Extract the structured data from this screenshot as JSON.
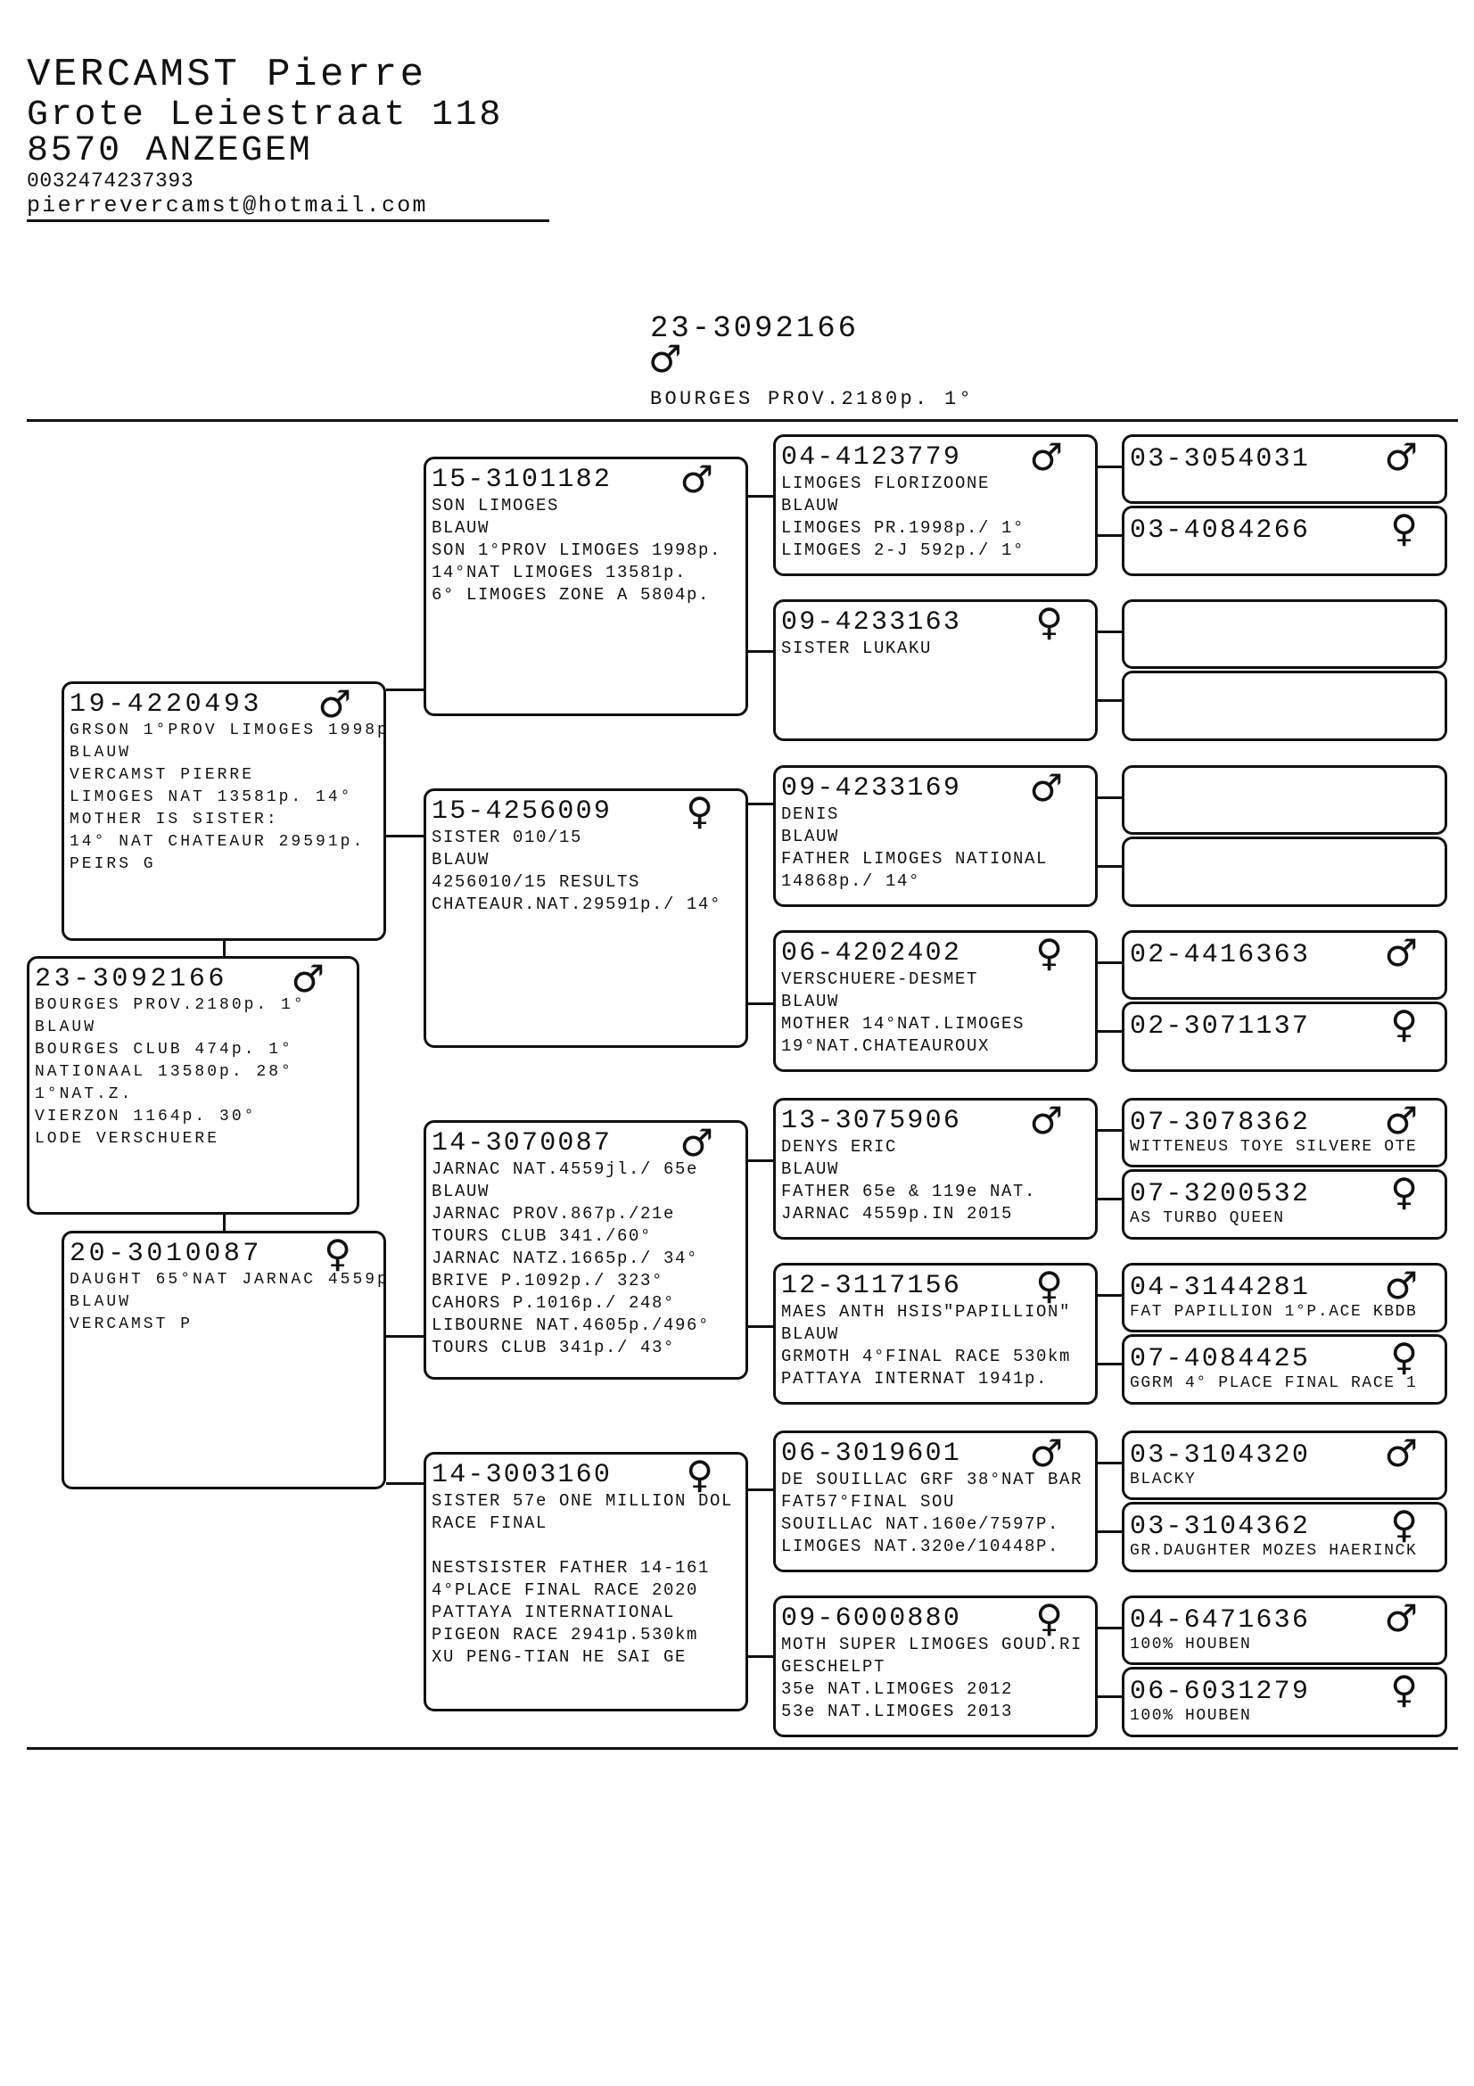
{
  "owner": {
    "name": "VERCAMST Pierre",
    "street": "Grote Leiestraat 118",
    "city": "8570 ANZEGEM",
    "phone": "0032474237393",
    "email": "pierrevercamst@hotmail.com"
  },
  "subject_header": {
    "ring": "23-3092166",
    "sex": "male",
    "line": "BOURGES PROV.2180p. 1°"
  },
  "sex_symbols": {
    "male": "♂",
    "female": "♀"
  },
  "gen1": [
    {
      "ring": "19-4220493",
      "sex": "male",
      "lines": [
        "GRSON 1°PROV LIMOGES 1998p",
        "BLAUW",
        "VERCAMST PIERRE",
        "LIMOGES NAT 13581p. 14°",
        "MOTHER IS SISTER:",
        "14° NAT CHATEAUR 29591p.",
        "PEIRS G"
      ]
    },
    {
      "ring": "23-3092166",
      "sex": "male",
      "lines": [
        "BOURGES PROV.2180p. 1°",
        "BLAUW",
        "BOURGES CLUB 474p. 1°",
        "NATIONAAL 13580p. 28°",
        "1°NAT.Z.",
        "VIERZON 1164p. 30°",
        "LODE VERSCHUERE"
      ]
    },
    {
      "ring": "20-3010087",
      "sex": "female",
      "lines": [
        "DAUGHT 65°NAT JARNAC 4559p",
        "BLAUW",
        "VERCAMST P"
      ]
    }
  ],
  "gen2": [
    {
      "ring": "15-3101182",
      "sex": "male",
      "lines": [
        "SON LIMOGES",
        "BLAUW",
        "SON 1°PROV LIMOGES 1998p.",
        "14°NAT LIMOGES 13581p.",
        "6° LIMOGES ZONE A 5804p."
      ]
    },
    {
      "ring": "15-4256009",
      "sex": "female",
      "lines": [
        "SISTER 010/15",
        "BLAUW",
        "4256010/15 RESULTS",
        "CHATEAUR.NAT.29591p./ 14°"
      ]
    },
    {
      "ring": "14-3070087",
      "sex": "male",
      "lines": [
        "JARNAC NAT.4559jl./ 65e",
        "BLAUW",
        "JARNAC PROV.867p./21e",
        "TOURS CLUB 341./60°",
        "JARNAC NATZ.1665p./ 34°",
        "BRIVE P.1092p./ 323°",
        "CAHORS P.1016p./ 248°",
        "LIBOURNE NAT.4605p./496°",
        "TOURS CLUB 341p./ 43°"
      ]
    },
    {
      "ring": "14-3003160",
      "sex": "female",
      "lines": [
        "SISTER 57e ONE MILLION DOL",
        "RACE FINAL",
        "",
        "NESTSISTER FATHER 14-161",
        "4°PLACE FINAL RACE 2020",
        "PATTAYA INTERNATIONAL",
        "PIGEON RACE 2941p.530km",
        "XU PENG-TIAN HE SAI GE"
      ]
    }
  ],
  "gen3": [
    {
      "ring": "04-4123779",
      "sex": "male",
      "lines": [
        "LIMOGES FLORIZOONE",
        "BLAUW",
        "LIMOGES PR.1998p./ 1°",
        "LIMOGES 2-J 592p./ 1°"
      ]
    },
    {
      "ring": "09-4233163",
      "sex": "female",
      "lines": [
        "SISTER LUKAKU"
      ]
    },
    {
      "ring": "09-4233169",
      "sex": "male",
      "lines": [
        "DENIS",
        "BLAUW",
        "FATHER LIMOGES NATIONAL",
        "14868p./ 14°"
      ]
    },
    {
      "ring": "06-4202402",
      "sex": "female",
      "lines": [
        "VERSCHUERE-DESMET",
        "BLAUW",
        "MOTHER 14°NAT.LIMOGES",
        "19°NAT.CHATEAUROUX"
      ]
    },
    {
      "ring": "13-3075906",
      "sex": "male",
      "lines": [
        "DENYS ERIC",
        "BLAUW",
        "FATHER 65e & 119e NAT.",
        "JARNAC 4559p.IN 2015"
      ]
    },
    {
      "ring": "12-3117156",
      "sex": "female",
      "lines": [
        "MAES ANTH HSIS\"PAPILLION\"",
        "BLAUW",
        "GRMOTH 4°FINAL RACE 530km",
        "PATTAYA INTERNAT 1941p."
      ]
    },
    {
      "ring": "06-3019601",
      "sex": "male",
      "lines": [
        "DE SOUILLAC GRF 38°NAT BAR",
        "FAT57°FINAL SOU",
        "SOUILLAC NAT.160e/7597P.",
        "LIMOGES NAT.320e/10448P."
      ]
    },
    {
      "ring": "09-6000880",
      "sex": "female",
      "lines": [
        "MOTH SUPER LIMOGES GOUD.RI",
        "GESCHELPT",
        "35e NAT.LIMOGES 2012",
        "53e NAT.LIMOGES 2013"
      ]
    }
  ],
  "gen4": [
    {
      "ring": "03-3054031",
      "sex": "male",
      "lines": []
    },
    {
      "ring": "03-4084266",
      "sex": "female",
      "lines": []
    },
    {
      "ring": "",
      "sex": "",
      "lines": []
    },
    {
      "ring": "",
      "sex": "",
      "lines": []
    },
    {
      "ring": "",
      "sex": "",
      "lines": []
    },
    {
      "ring": "",
      "sex": "",
      "lines": []
    },
    {
      "ring": "02-4416363",
      "sex": "male",
      "lines": []
    },
    {
      "ring": "02-3071137",
      "sex": "female",
      "lines": []
    },
    {
      "ring": "07-3078362",
      "sex": "male",
      "lines": [
        "WITTENEUS TOYE SILVERE OTE"
      ]
    },
    {
      "ring": "07-3200532",
      "sex": "female",
      "lines": [
        "AS TURBO QUEEN"
      ]
    },
    {
      "ring": "04-3144281",
      "sex": "male",
      "lines": [
        "FAT PAPILLION 1°P.ACE KBDB"
      ]
    },
    {
      "ring": "07-4084425",
      "sex": "female",
      "lines": [
        "GGRM 4° PLACE FINAL RACE 1"
      ]
    },
    {
      "ring": "03-3104320",
      "sex": "male",
      "lines": [
        "BLACKY"
      ]
    },
    {
      "ring": "03-3104362",
      "sex": "female",
      "lines": [
        "GR.DAUGHTER MOZES HAERINCK"
      ]
    },
    {
      "ring": "04-6471636",
      "sex": "male",
      "lines": [
        "100% HOUBEN"
      ]
    },
    {
      "ring": "06-6031279",
      "sex": "female",
      "lines": [
        "100% HOUBEN"
      ]
    }
  ]
}
